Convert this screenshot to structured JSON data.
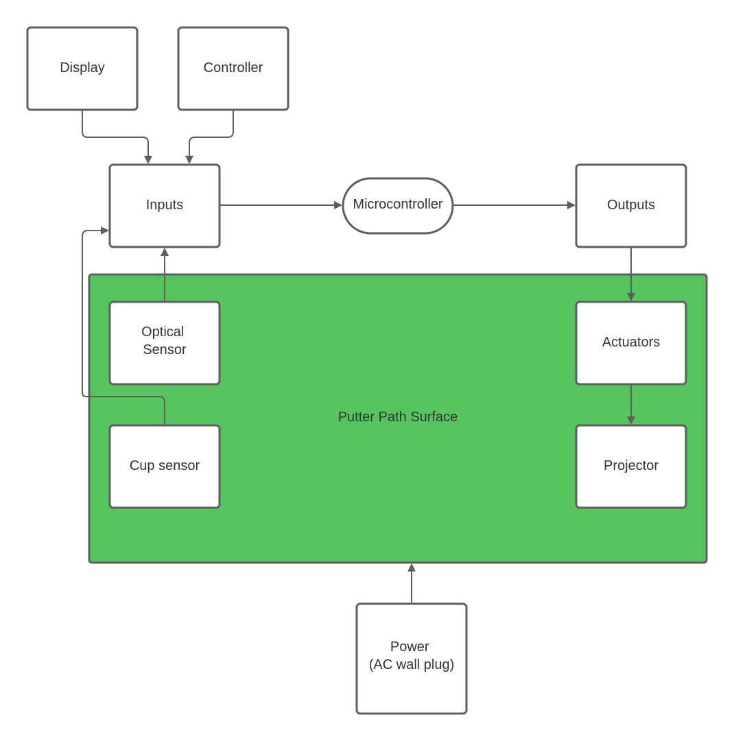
{
  "diagram": {
    "colors": {
      "surface_fill": "#55c55d",
      "stroke": "#5e5e5e",
      "box_fill": "#ffffff",
      "text": "#333333"
    },
    "surface_label": "Putter Path Surface",
    "nodes": {
      "display": {
        "label": "Display"
      },
      "controller": {
        "label": "Controller"
      },
      "inputs": {
        "label": "Inputs"
      },
      "microcontroller": {
        "label": "Microcontroller"
      },
      "outputs": {
        "label": "Outputs"
      },
      "optical_sensor": {
        "label_lines": [
          "Optical",
          "Sensor"
        ]
      },
      "cup_sensor": {
        "label": "Cup sensor"
      },
      "actuators": {
        "label": "Actuators"
      },
      "projector": {
        "label": "Projector"
      },
      "power": {
        "label_lines": [
          "Power",
          "(AC wall plug)"
        ]
      }
    },
    "edges": [
      {
        "from": "Display",
        "to": "Inputs"
      },
      {
        "from": "Controller",
        "to": "Inputs"
      },
      {
        "from": "Inputs",
        "to": "Microcontroller"
      },
      {
        "from": "Microcontroller",
        "to": "Outputs"
      },
      {
        "from": "Optical Sensor",
        "to": "Inputs"
      },
      {
        "from": "Cup sensor",
        "to": "Inputs"
      },
      {
        "from": "Outputs",
        "to": "Actuators"
      },
      {
        "from": "Actuators",
        "to": "Projector"
      },
      {
        "from": "Power",
        "to": "Putter Path Surface"
      }
    ]
  }
}
